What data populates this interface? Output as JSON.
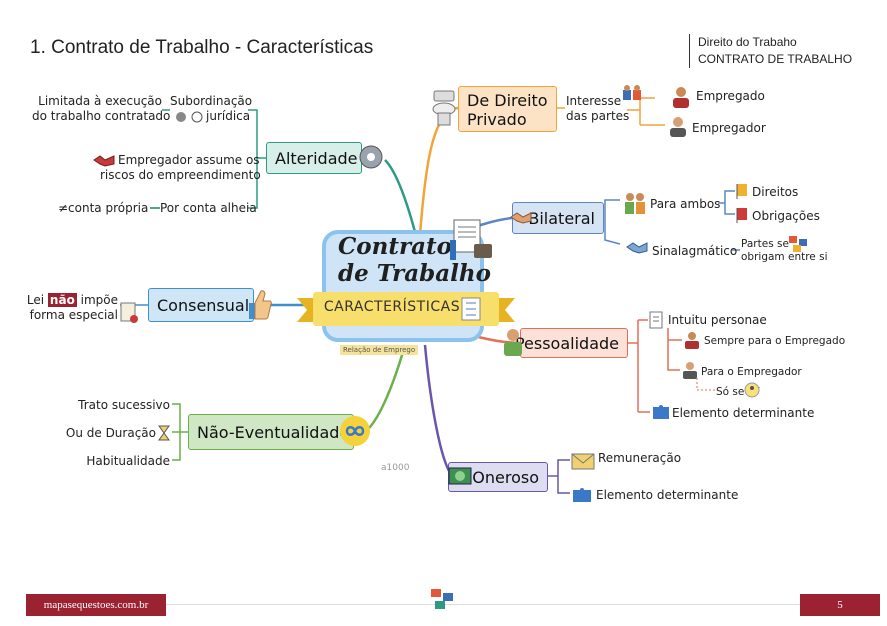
{
  "header": {
    "title": "1. Contrato de Trabalho - Características",
    "corner_line1": "Direito do Trabaho",
    "corner_line2": "CONTRATO DE TRABALHO"
  },
  "center": {
    "title_line1": "Contrato",
    "title_line2": "de Trabalho",
    "ribbon": "CARACTERÍSTICAS",
    "tag": "Relação de Emprego"
  },
  "branches": {
    "direito_privado": {
      "label_line1": "De Direito",
      "label_line2": "Privado",
      "interesse_line1": "Interesse",
      "interesse_line2": "das partes",
      "empregado": "Empregado",
      "empregador": "Empregador"
    },
    "bilateral": {
      "label": "Bilateral",
      "para_ambos": "Para ambos",
      "direitos": "Direitos",
      "obrigacoes": "Obrigações",
      "sinalagmatico": "Sinalagmático",
      "partes_line1": "Partes se",
      "partes_line2": "obrigam entre si"
    },
    "pessoalidade": {
      "label": "Pessoalidade",
      "intuitu": "Intuitu personae",
      "sempre": "Sempre para o Empregado",
      "para_empregador": "Para o Empregador",
      "so_se_pf": "Só se PF",
      "elemento": "Elemento determinante"
    },
    "oneroso": {
      "label": "Oneroso",
      "remuneracao": "Remuneração",
      "elemento": "Elemento determinante"
    },
    "alteridade": {
      "label": "Alteridade",
      "limitada_line1": "Limitada à execução",
      "limitada_line2": "do trabalho contratado",
      "subordinacao_line1": "Subordinação",
      "subordinacao_line2": "jurídica",
      "empregador_line1": "Empregador assume os",
      "empregador_line2": "riscos do empreendimento",
      "conta_propria": "≠conta própria",
      "conta_alheia": "Por conta alheia"
    },
    "consensual": {
      "label": "Consensual",
      "lei_pre": "Lei ",
      "lei_nao": "não",
      "lei_post": " impõe",
      "forma": "forma especial"
    },
    "nao_eventualidade": {
      "label": "Não-Eventualidade",
      "trato": "Trato sucessivo",
      "duracao": "Ou de Duração",
      "habitualidade": "Habitualidade"
    }
  },
  "watermark": "a1000",
  "footer": {
    "site": "mapasequestoes.com.br",
    "page": "5"
  },
  "colors": {
    "accent": "#9b2230",
    "alteridade": "#d7efe8",
    "consensual": "#cfe6f7",
    "nao_eventualidade": "#cfe7c4",
    "direito_privado": "#fde3c6",
    "bilateral": "#d6e3f3",
    "pessoalidade": "#fce1d9",
    "oneroso": "#dedcf0"
  }
}
